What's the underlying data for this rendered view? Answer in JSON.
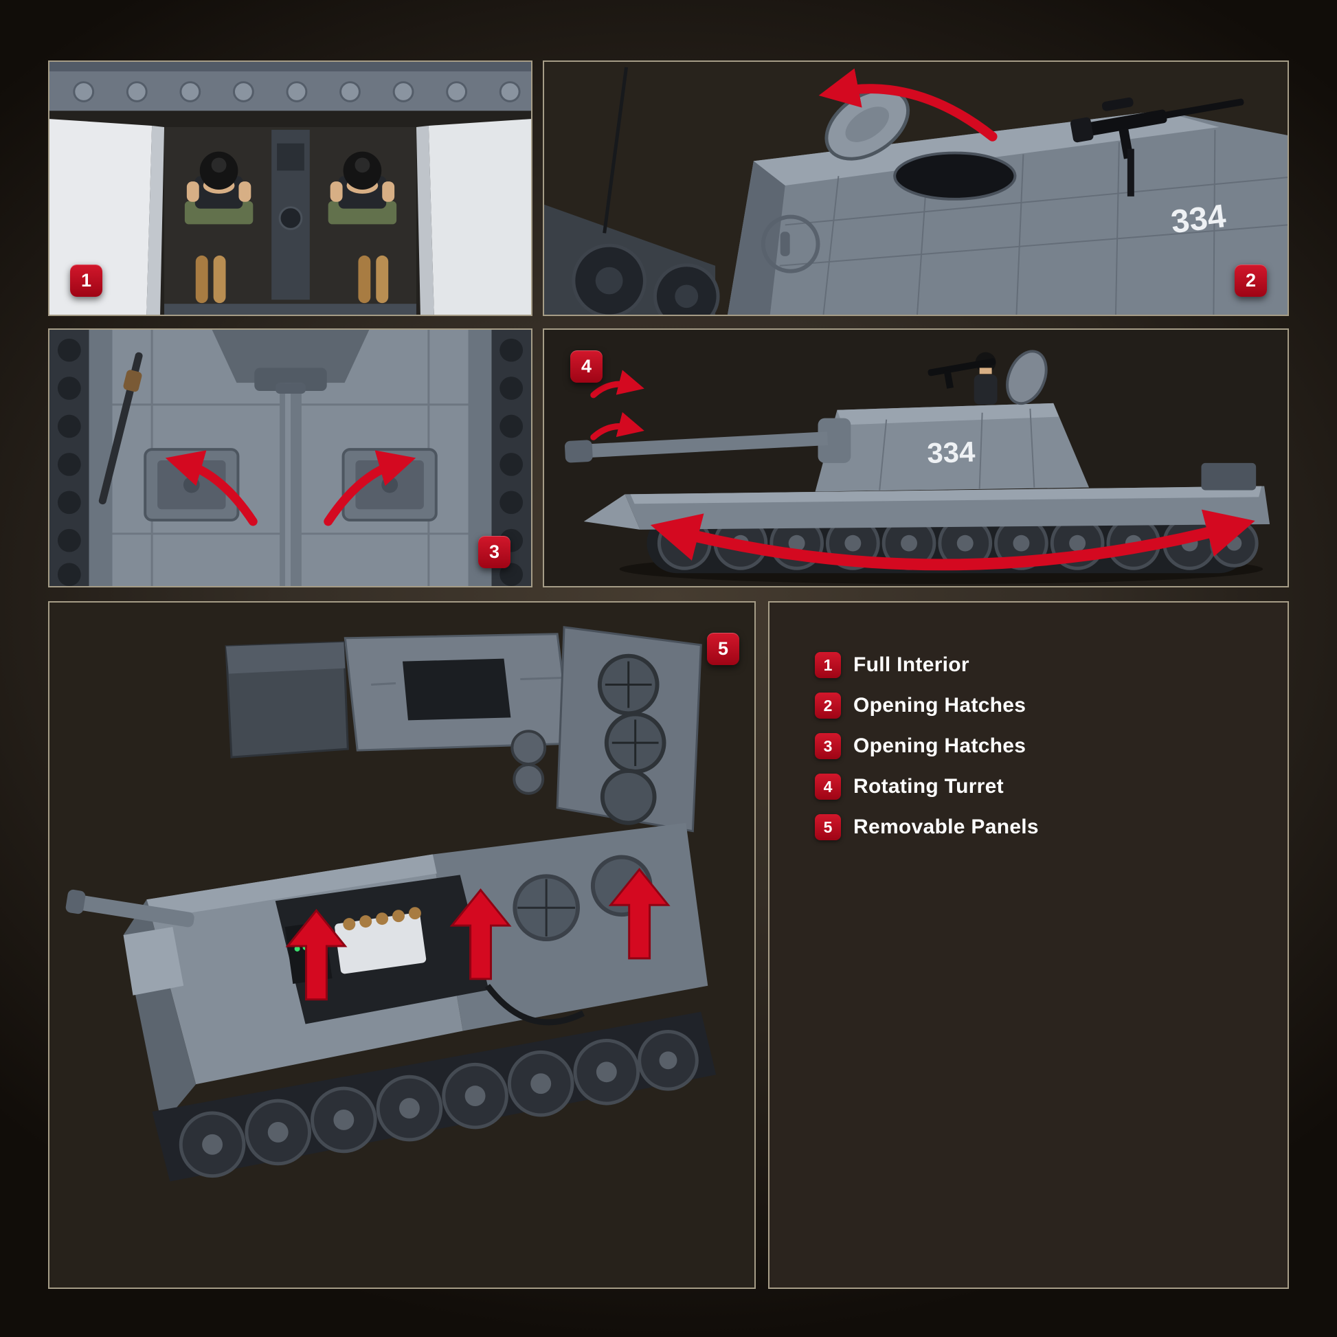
{
  "collage": {
    "panels": [
      {
        "badge": "1"
      },
      {
        "badge": "2"
      },
      {
        "badge": "3"
      },
      {
        "badge": "4"
      },
      {
        "badge": "5"
      }
    ],
    "tank": {
      "turret_number": "334"
    },
    "legend": {
      "items": [
        {
          "num": "1",
          "label": "Full Interior"
        },
        {
          "num": "2",
          "label": "Opening Hatches"
        },
        {
          "num": "3",
          "label": "Opening Hatches"
        },
        {
          "num": "4",
          "label": "Rotating Turret"
        },
        {
          "num": "5",
          "label": "Removable Panels"
        }
      ]
    },
    "colors": {
      "badge_red": "#c50d20",
      "arrow_red": "#d40920",
      "panel_border": "#d8cdb2",
      "background_brown": "#342d25",
      "legend_background": "#2b241e",
      "legend_text": "#ffffff",
      "brick_gray": "#828c97"
    }
  }
}
